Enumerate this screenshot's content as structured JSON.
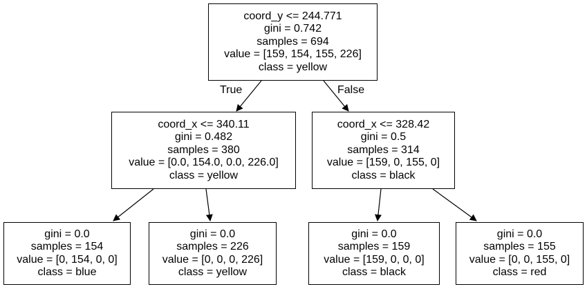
{
  "nodes": {
    "root": {
      "condition": "coord_y <= 244.771",
      "gini": "gini = 0.742",
      "samples": "samples = 694",
      "value": "value = [159, 154, 155, 226]",
      "class": "class = yellow"
    },
    "left": {
      "condition": "coord_x <= 340.11",
      "gini": "gini = 0.482",
      "samples": "samples = 380",
      "value": "value = [0.0, 154.0, 0.0, 226.0]",
      "class": "class = yellow"
    },
    "right": {
      "condition": "coord_x <= 328.42",
      "gini": "gini = 0.5",
      "samples": "samples = 314",
      "value": "value = [159, 0, 155, 0]",
      "class": "class = black"
    },
    "leaf_ll": {
      "gini": "gini = 0.0",
      "samples": "samples = 154",
      "value": "value = [0, 154, 0, 0]",
      "class": "class = blue"
    },
    "leaf_lr": {
      "gini": "gini = 0.0",
      "samples": "samples = 226",
      "value": "value = [0, 0, 0, 226]",
      "class": "class = yellow"
    },
    "leaf_rl": {
      "gini": "gini = 0.0",
      "samples": "samples = 159",
      "value": "value = [159, 0, 0, 0]",
      "class": "class = black"
    },
    "leaf_rr": {
      "gini": "gini = 0.0",
      "samples": "samples = 155",
      "value": "value = [0, 0, 155, 0]",
      "class": "class = red"
    }
  },
  "edges": {
    "true_label": "True",
    "false_label": "False"
  }
}
